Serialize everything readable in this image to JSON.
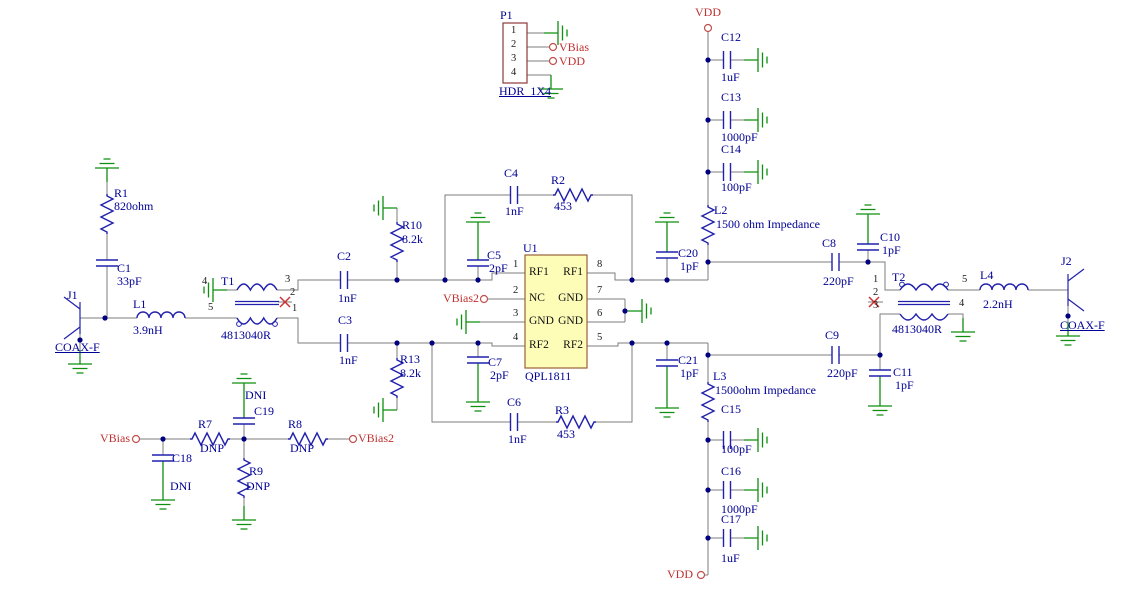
{
  "colors": {
    "wire": "#7d7d7d",
    "symbol_blue": "#2121ad",
    "ground_green": "#0f8f0f",
    "junction_dot": "#00007f",
    "designator_text": "#000096",
    "pin_text": "#1a1a1a",
    "power_net_text": "#c03030",
    "chip_fill": "#fdfdb8",
    "chip_border": "#9a6239",
    "header_border": "#8b3a3a",
    "no_connect_x": "#cc3333"
  },
  "p1": {
    "ref": "P1",
    "part": "HDR_1X4",
    "pin1": "1",
    "pin2": "2",
    "pin3": "3",
    "pin4": "4",
    "pin2_net": "VBias",
    "pin3_net": "VDD"
  },
  "power": {
    "vdd_top": "VDD",
    "vdd_bottom": "VDD",
    "vbias": "VBias",
    "vbias2": "VBias2",
    "vbias2_u1": "VBias2"
  },
  "u1": {
    "ref": "U1",
    "part": "QPL1811",
    "left": [
      {
        "n": "1",
        "name": "RF1"
      },
      {
        "n": "2",
        "name": "NC"
      },
      {
        "n": "3",
        "name": "GND"
      },
      {
        "n": "4",
        "name": "RF2"
      }
    ],
    "right": [
      {
        "n": "8",
        "name": "RF1"
      },
      {
        "n": "7",
        "name": "GND"
      },
      {
        "n": "6",
        "name": "GND"
      },
      {
        "n": "5",
        "name": "RF2"
      }
    ]
  },
  "t1": {
    "ref": "T1",
    "part": "4813040R",
    "p1": "1",
    "p2": "2",
    "p3": "3",
    "p4": "4",
    "p5": "5"
  },
  "t2": {
    "ref": "T2",
    "part": "4813040R",
    "p1": "1",
    "p2": "2",
    "p3": "3",
    "p4": "4",
    "p5": "5"
  },
  "parts": {
    "r1": {
      "ref": "R1",
      "val": "820ohm"
    },
    "c1": {
      "ref": "C1",
      "val": "33pF"
    },
    "j1": {
      "ref": "J1",
      "val": "COAX-F"
    },
    "l1": {
      "ref": "L1",
      "val": "3.9nH"
    },
    "c2": {
      "ref": "C2",
      "val": "1nF"
    },
    "c3": {
      "ref": "C3",
      "val": "1nF"
    },
    "r10": {
      "ref": "R10",
      "val": "8.2k"
    },
    "r13": {
      "ref": "R13",
      "val": "8.2k"
    },
    "c4": {
      "ref": "C4",
      "val": "1nF"
    },
    "r2": {
      "ref": "R2",
      "val": "453"
    },
    "c5": {
      "ref": "C5",
      "val": "2pF"
    },
    "c7": {
      "ref": "C7",
      "val": "2pF"
    },
    "c6": {
      "ref": "C6",
      "val": "1nF"
    },
    "r3": {
      "ref": "R3",
      "val": "453"
    },
    "c20": {
      "ref": "C20",
      "val": "1pF"
    },
    "c21": {
      "ref": "C21",
      "val": "1pF"
    },
    "l2": {
      "ref": "L2",
      "val": "1500 ohm Impedance"
    },
    "l3": {
      "ref": "L3",
      "val": "1500ohm Impedance"
    },
    "c8": {
      "ref": "C8",
      "val": "220pF"
    },
    "c9": {
      "ref": "C9",
      "val": "220pF"
    },
    "c10": {
      "ref": "C10",
      "val": "1pF"
    },
    "c11": {
      "ref": "C11",
      "val": "1pF"
    },
    "c12": {
      "ref": "C12",
      "val": "1uF"
    },
    "c13": {
      "ref": "C13",
      "val": "1000pF"
    },
    "c14": {
      "ref": "C14",
      "val": "100pF"
    },
    "c15": {
      "ref": "C15",
      "val": "100pF"
    },
    "c16": {
      "ref": "C16",
      "val": "1000pF"
    },
    "c17": {
      "ref": "C17",
      "val": "1uF"
    },
    "l4": {
      "ref": "L4",
      "val": "2.2nH"
    },
    "j2": {
      "ref": "J2",
      "val": "COAX-F"
    },
    "c18": {
      "ref": "C18",
      "val": "DNI"
    },
    "c19": {
      "ref": "C19",
      "val": "DNI"
    },
    "r7": {
      "ref": "R7",
      "val": "DNP"
    },
    "r8": {
      "ref": "R8",
      "val": "DNP"
    },
    "r9": {
      "ref": "R9",
      "val": "DNP"
    }
  }
}
